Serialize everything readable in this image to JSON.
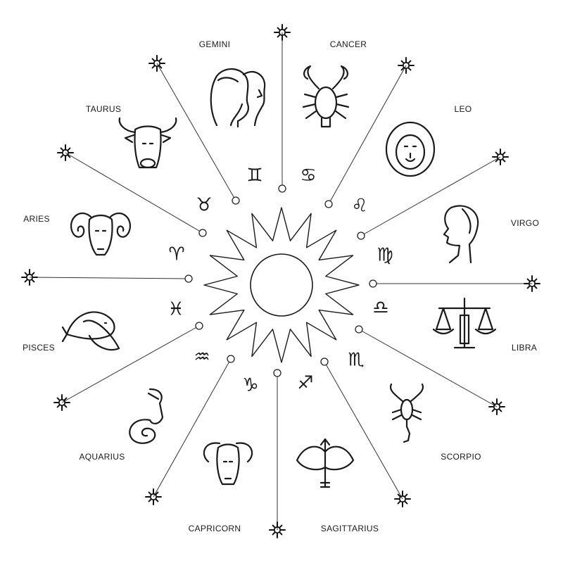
{
  "center_icon": "sun-icon",
  "star_icon": "star-burst-icon",
  "signs": [
    {
      "name": "GEMINI",
      "glyph": "♊",
      "icon": "gemini-twins-icon"
    },
    {
      "name": "CANCER",
      "glyph": "♋",
      "icon": "cancer-crab-icon"
    },
    {
      "name": "LEO",
      "glyph": "♌",
      "icon": "leo-lion-icon"
    },
    {
      "name": "VIRGO",
      "glyph": "♍",
      "icon": "virgo-maiden-icon"
    },
    {
      "name": "LIBRA",
      "glyph": "♎",
      "icon": "libra-scales-icon"
    },
    {
      "name": "SCORPIO",
      "glyph": "♏",
      "icon": "scorpio-scorpion-icon"
    },
    {
      "name": "SAGITTARIUS",
      "glyph": "♐",
      "icon": "sagittarius-bow-icon"
    },
    {
      "name": "CAPRICORN",
      "glyph": "♑",
      "icon": "capricorn-goat-icon"
    },
    {
      "name": "AQUARIUS",
      "glyph": "♒",
      "icon": "aquarius-vessel-icon"
    },
    {
      "name": "PISCES",
      "glyph": "♓",
      "icon": "pisces-fish-icon"
    },
    {
      "name": "ARIES",
      "glyph": "♈",
      "icon": "aries-ram-icon"
    },
    {
      "name": "TAURUS",
      "glyph": "♉",
      "icon": "taurus-bull-icon"
    }
  ]
}
